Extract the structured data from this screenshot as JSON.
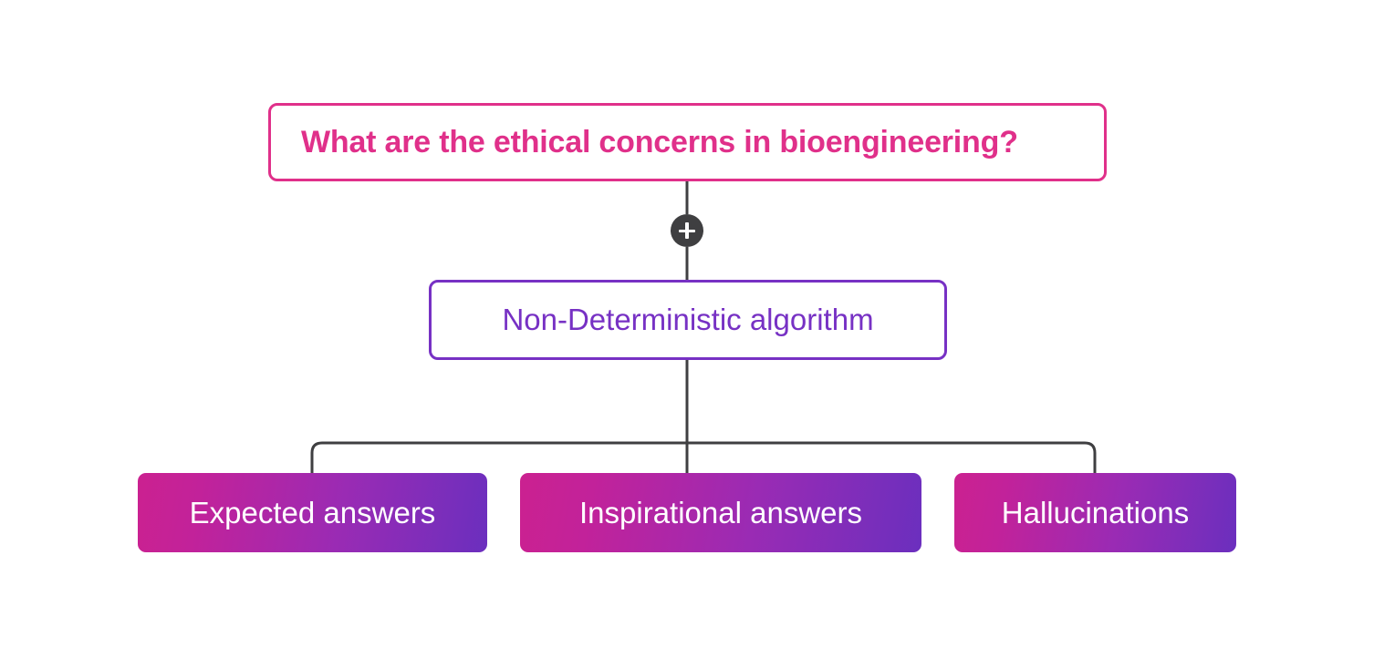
{
  "diagram": {
    "type": "tree-flowchart",
    "background_color": "#FFFFFF",
    "connector_color": "#3F3F41",
    "root": {
      "id": "question",
      "label": "What are the ethical concerns in bioengineering?",
      "style": "outlined",
      "border_color": "#E0308A",
      "text_color": "#E0308A",
      "fill_color": "#FFFFFF"
    },
    "expand_control": {
      "icon": "plus-icon",
      "label": "+",
      "background_color": "#3F3F41",
      "icon_color": "#FFFFFF"
    },
    "middle": {
      "id": "algorithm",
      "label": "Non-Deterministic algorithm",
      "style": "outlined",
      "border_color": "#7731C4",
      "text_color": "#7731C4",
      "fill_color": "#FFFFFF"
    },
    "leaves": [
      {
        "id": "expected-answers",
        "label": "Expected answers",
        "style": "gradient-filled",
        "gradient_from": "#CB2190",
        "gradient_to": "#6B2FBE",
        "text_color": "#FFFFFF"
      },
      {
        "id": "inspirational-answers",
        "label": "Inspirational answers",
        "style": "gradient-filled",
        "gradient_from": "#CB2190",
        "gradient_to": "#6B2FBE",
        "text_color": "#FFFFFF"
      },
      {
        "id": "hallucinations",
        "label": "Hallucinations",
        "style": "gradient-filled",
        "gradient_from": "#CB2190",
        "gradient_to": "#6B2FBE",
        "text_color": "#FFFFFF"
      }
    ]
  }
}
